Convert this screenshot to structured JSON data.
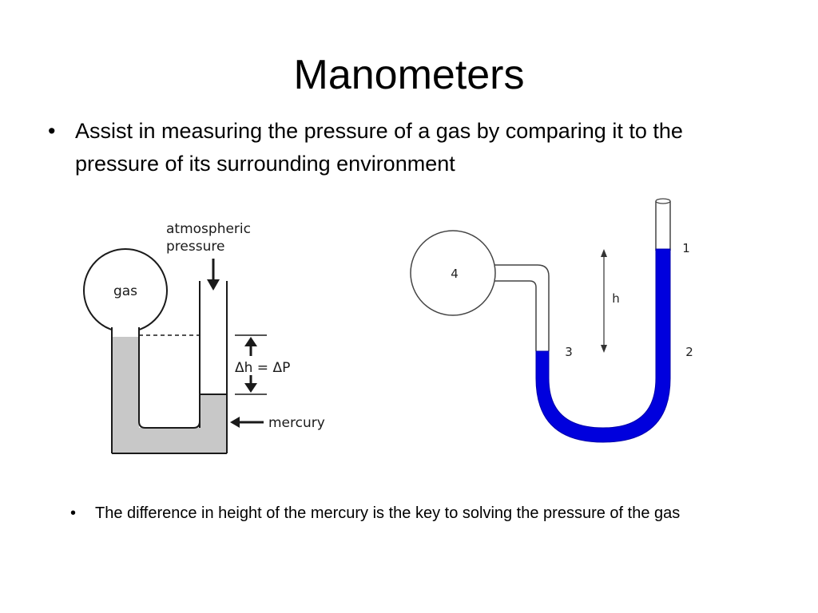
{
  "slide": {
    "title": "Manometers",
    "bullet_1": "Assist in measuring the pressure of a gas by comparing it to the pressure of its surrounding environment",
    "bullet_2": "The difference in height of the mercury is the key to solving the pressure of the gas",
    "bullet_symbol": "•"
  },
  "left_diagram": {
    "atm_label_line1": "atmospheric",
    "atm_label_line2": "pressure",
    "gas_label": "gas",
    "delta_label": "Δh = ΔP",
    "mercury_label": "mercury",
    "colors": {
      "mercury": "#c8c8c8",
      "outline": "#1a1a1a"
    }
  },
  "right_diagram": {
    "bulb_label": "4",
    "h_label": "h",
    "point_1": "1",
    "point_2": "2",
    "point_3": "3",
    "colors": {
      "mercury": "#0000dd",
      "outline": "#444444"
    }
  }
}
